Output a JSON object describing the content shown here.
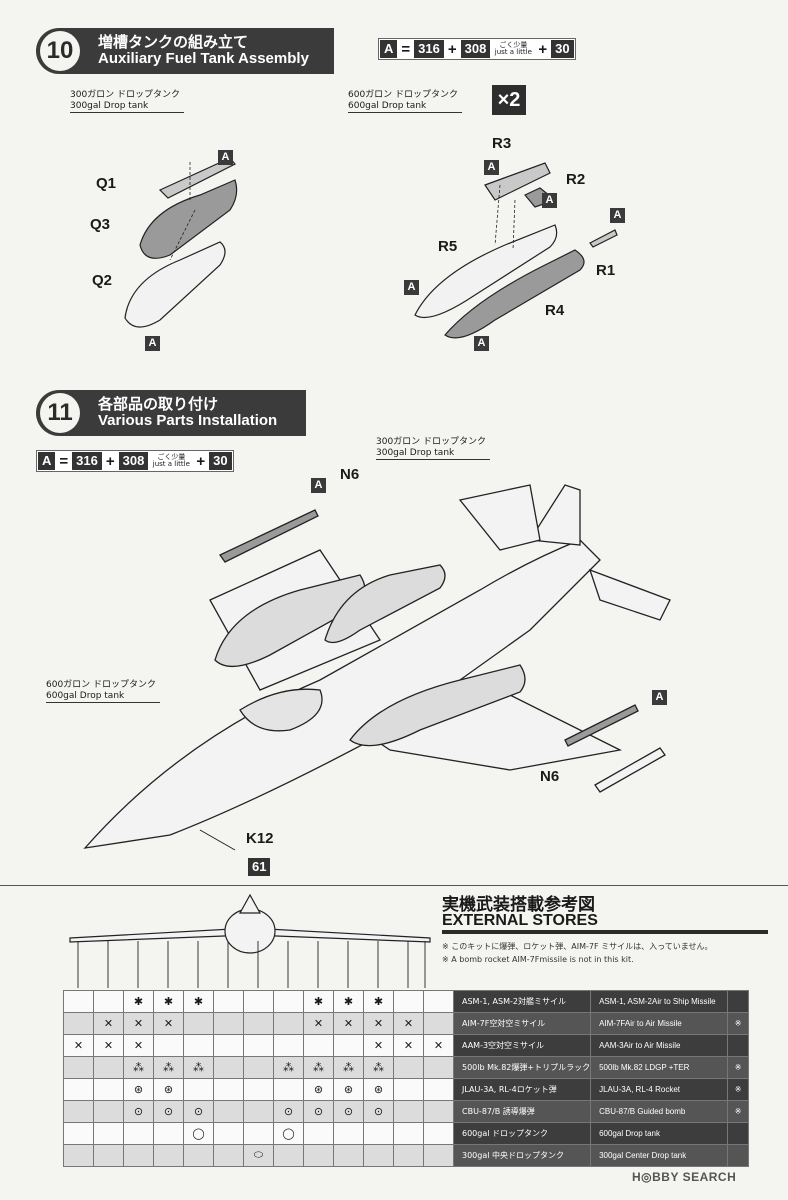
{
  "step10": {
    "number": "10",
    "title_jp": "増槽タンクの組み立て",
    "title_en": "Auxiliary Fuel Tank Assembly",
    "formula": {
      "a": "A",
      "eq": "=",
      "c1": "316",
      "plus": "+",
      "c2": "308",
      "note_jp": "ごく少量",
      "note_en": "just a little",
      "c3": "30"
    },
    "tank300_jp": "300ガロン ドロップタンク",
    "tank300_en": "300gal Drop tank",
    "tank600_jp": "600ガロン ドロップタンク",
    "tank600_en": "600gal Drop tank",
    "multiplier": "×2",
    "parts": {
      "q1": "Q1",
      "q2": "Q2",
      "q3": "Q3",
      "r1": "R1",
      "r2": "R2",
      "r3": "R3",
      "r4": "R4",
      "r5": "R5"
    },
    "a_label": "A"
  },
  "step11": {
    "number": "11",
    "title_jp": "各部品の取り付け",
    "title_en": "Various Parts Installation",
    "formula": {
      "a": "A",
      "eq": "=",
      "c1": "316",
      "plus": "+",
      "c2": "308",
      "note_jp": "ごく少量",
      "note_en": "just a little",
      "c3": "30"
    },
    "tank300_jp": "300ガロン ドロップタンク",
    "tank300_en": "300gal Drop tank",
    "tank600_jp": "600ガロン ドロップタンク",
    "tank600_en": "600gal Drop tank",
    "parts": {
      "n6": "N6",
      "k12": "K12"
    },
    "color61": "61",
    "a_label": "A"
  },
  "stores": {
    "title_jp": "実機武装搭載参考図",
    "title_en": "EXTERNAL STORES",
    "note_jp": "※ このキットに爆弾、ロケット弾、AIM-7F ミサイルは、入っていません。",
    "note_en": "※ A bomb rocket AIM-7Fmissile is not in this kit.",
    "rows": [
      {
        "jp": "ASM-1, ASM-2対艦ミサイル",
        "en": "ASM-1, ASM-2Air to Ship Missile",
        "note": "",
        "cells": [
          "",
          "",
          "✱",
          "✱",
          "✱",
          "",
          "",
          "",
          "✱",
          "✱",
          "✱",
          "",
          ""
        ]
      },
      {
        "jp": "AIM-7F空対空ミサイル",
        "en": "AIM-7FAir to Air Missile",
        "note": "※",
        "cells": [
          "",
          "✕",
          "✕",
          "✕",
          "",
          "",
          "",
          "",
          "✕",
          "✕",
          "✕",
          "✕",
          ""
        ]
      },
      {
        "jp": "AAM-3空対空ミサイル",
        "en": "AAM-3Air to Air Missile",
        "note": "",
        "cells": [
          "✕",
          "✕",
          "✕",
          "",
          "",
          "",
          "",
          "",
          "",
          "",
          "✕",
          "✕",
          "✕"
        ]
      },
      {
        "jp": "500lb Mk.82爆弾+トリプルラック",
        "en": "500lb Mk.82 LDGP +TER",
        "note": "※",
        "cells": [
          "",
          "",
          "⁂",
          "⁂",
          "⁂",
          "",
          "",
          "⁂",
          "⁂",
          "⁂",
          "⁂",
          "",
          ""
        ]
      },
      {
        "jp": "JLAU-3A, RL-4ロケット弾",
        "en": "JLAU-3A, RL-4 Rocket",
        "note": "※",
        "cells": [
          "",
          "",
          "⊛",
          "⊛",
          "",
          "",
          "",
          "",
          "⊛",
          "⊛",
          "⊛",
          "",
          ""
        ]
      },
      {
        "jp": "CBU-87/B 誘導爆弾",
        "en": "CBU-87/B Guided bomb",
        "note": "※",
        "cells": [
          "",
          "",
          "⊙",
          "⊙",
          "⊙",
          "",
          "",
          "⊙",
          "⊙",
          "⊙",
          "⊙",
          "",
          ""
        ]
      },
      {
        "jp": "600gal ドロップタンク",
        "en": "600gal Drop tank",
        "note": "",
        "cells": [
          "",
          "",
          "",
          "",
          "◯",
          "",
          "",
          "◯",
          "",
          "",
          "",
          "",
          ""
        ]
      },
      {
        "jp": "300gal 中央ドロップタンク",
        "en": "300gal Center Drop tank",
        "note": "",
        "cells": [
          "",
          "",
          "",
          "",
          "",
          "",
          "⬭",
          "",
          "",
          "",
          "",
          "",
          ""
        ]
      }
    ]
  },
  "watermark": "H◎BBY SEARCH"
}
